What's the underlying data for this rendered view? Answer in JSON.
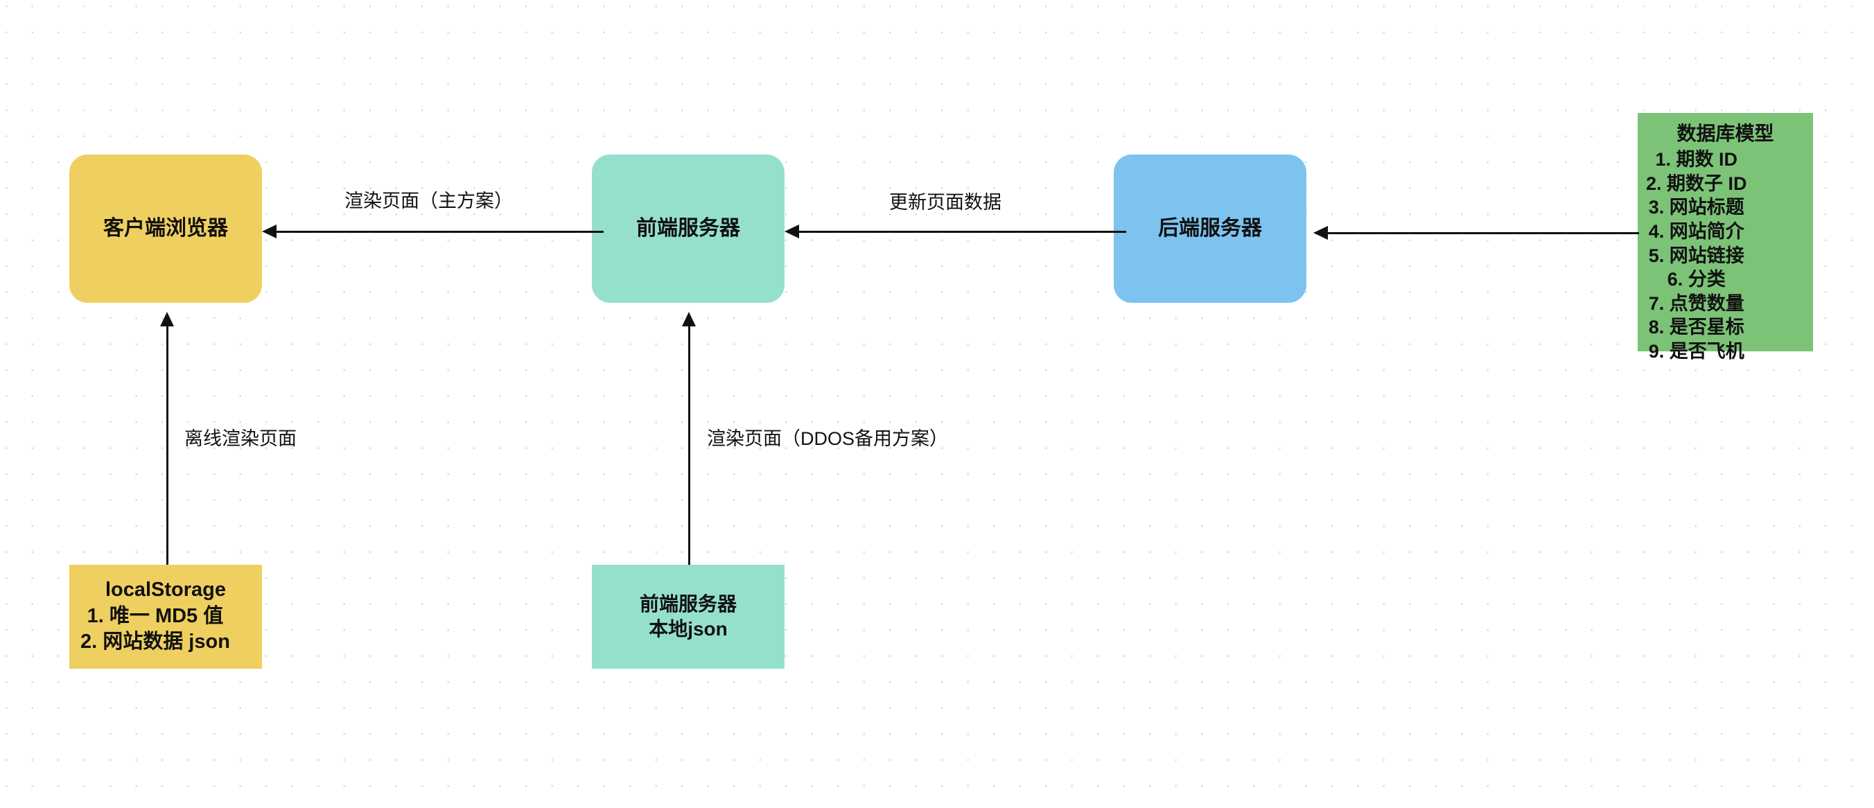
{
  "diagram": {
    "background": {
      "color": "#ffffff",
      "dot_grid_color": "#d9d9d9"
    },
    "nodes": [
      {
        "id": "client-browser",
        "label": "客户端浏览器",
        "color": "#efcf5f",
        "shape": "rounded-rect"
      },
      {
        "id": "local-storage",
        "heading": "localStorage",
        "items": [
          "1. 唯一 MD5 值",
          "2. 网站数据 json"
        ],
        "color": "#efcf5f",
        "shape": "rect"
      },
      {
        "id": "frontend-server",
        "label": "前端服务器",
        "color": "#95e0cd",
        "shape": "rounded-rect"
      },
      {
        "id": "frontend-local-json",
        "label": "前端服务器\n本地json",
        "color": "#95e0cd",
        "shape": "rect"
      },
      {
        "id": "backend-server",
        "label": "后端服务器",
        "color": "#7cc3f0",
        "shape": "rounded-rect"
      },
      {
        "id": "database-model",
        "heading": "数据库模型",
        "items": [
          "1. 期数 ID",
          "2. 期数子 ID",
          "3. 网站标题",
          "4. 网站简介",
          "5. 网站链接",
          "6. 分类",
          "7. 点赞数量",
          "8. 是否星标",
          "9. 是否飞机"
        ],
        "color": "#7cc378",
        "shape": "rect"
      }
    ],
    "edges": [
      {
        "id": "frontend-to-client",
        "label": "渲染页面（主方案）",
        "direction": "left"
      },
      {
        "id": "backend-to-frontend",
        "label": "更新页面数据",
        "direction": "left"
      },
      {
        "id": "db-to-backend",
        "label": "",
        "direction": "left"
      },
      {
        "id": "localstorage-to-client",
        "label": "离线渲染页面",
        "direction": "up"
      },
      {
        "id": "frontendjson-to-frontend",
        "label": "渲染页面（DDOS备用方案）",
        "direction": "up"
      }
    ]
  }
}
